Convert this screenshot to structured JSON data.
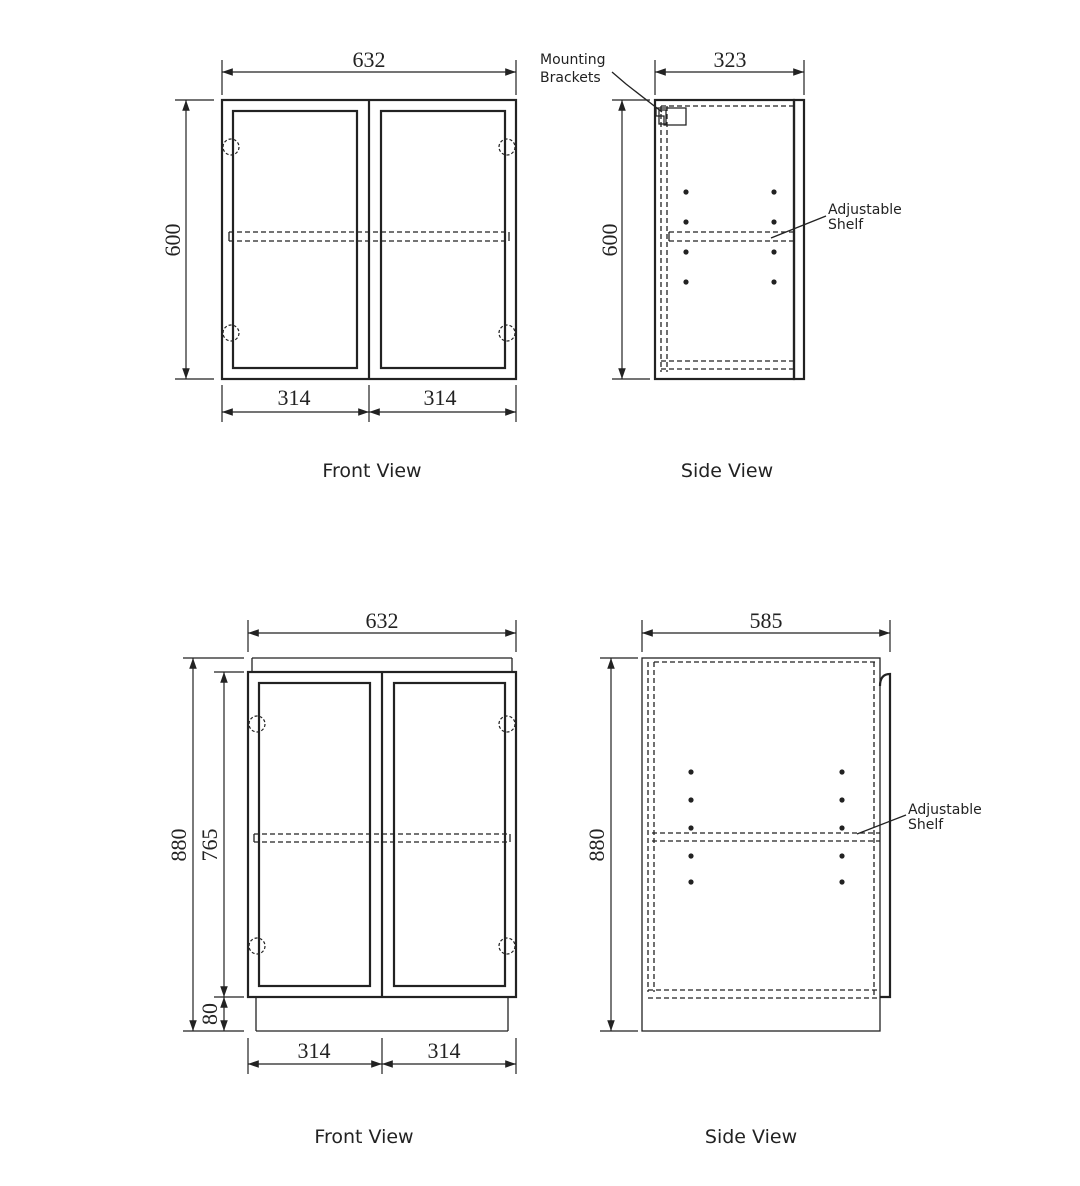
{
  "upper_cabinet": {
    "front_view": {
      "caption": "Front View",
      "width": "632",
      "height": "600",
      "left_door_width": "314",
      "right_door_width": "314"
    },
    "side_view": {
      "caption": "Side View",
      "depth": "323",
      "height": "600",
      "bracket_label_line1": "Mounting",
      "bracket_label_line2": "Brackets",
      "shelf_label_line1": "Adjustable",
      "shelf_label_line2": "Shelf"
    }
  },
  "base_cabinet": {
    "front_view": {
      "caption": "Front View",
      "width": "632",
      "total_height": "880",
      "door_height": "765",
      "kick_height": "80",
      "left_door_width": "314",
      "right_door_width": "314"
    },
    "side_view": {
      "caption": "Side View",
      "depth": "585",
      "height": "880",
      "shelf_label_line1": "Adjustable",
      "shelf_label_line2": "Shelf"
    }
  }
}
